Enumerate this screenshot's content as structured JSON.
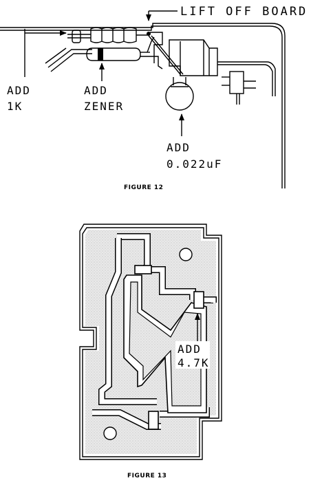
{
  "figure12": {
    "caption": "FIGURE 12",
    "labels": {
      "lift_off_board": "LIFT OFF BOARD",
      "add_1k_line1": "ADD",
      "add_1k_line2": "1K",
      "add_zener_line1": "ADD",
      "add_zener_line2": "ZENER",
      "add_cap_line1": "ADD",
      "add_cap_line2": "0.022uF"
    }
  },
  "figure13": {
    "caption": "FIGURE 13",
    "labels": {
      "add_47k_line1": "ADD",
      "add_47k_line2": "4.7K"
    }
  }
}
